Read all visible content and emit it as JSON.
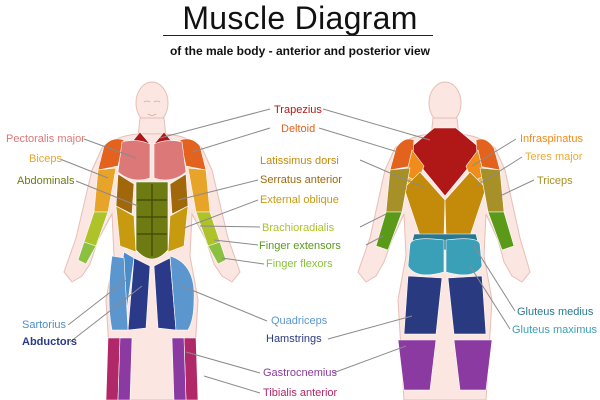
{
  "title": "Muscle Diagram",
  "subtitle": "of the male body - anterior and posterior view",
  "labels": {
    "trapezius": "Trapezius",
    "deltoid": "Deltoid",
    "pectoralis_major": "Pectoralis major",
    "biceps": "Biceps",
    "abdominals": "Abdominals",
    "latissimus_dorsi": "Latissimus dorsi",
    "serratus_anterior": "Serratus anterior",
    "external_oblique": "External oblique",
    "brachioradialis": "Brachioradialis",
    "finger_extensors": "Finger extensors",
    "finger_flexors": "Finger flexors",
    "infraspinatus": "Infraspinatus",
    "teres_major": "Teres major",
    "triceps": "Triceps",
    "sartorius": "Sartorius",
    "abductors": "Abductors",
    "quadriceps": "Quadriceps",
    "hamstrings": "Hamstrings",
    "gluteus_medius": "Gluteus medius",
    "gluteus_maximus": "Gluteus maximus",
    "gastrocnemius": "Gastrocnemius",
    "tibialis_anterior": "Tibialis anterior"
  },
  "colors": {
    "trapezius": "#b01818",
    "deltoid": "#e2621e",
    "pectoralis_major": "#dd7878",
    "biceps": "#e8a428",
    "abdominals": "#6e7a12",
    "latissimus_dorsi": "#c48a0a",
    "serratus_anterior": "#a0680a",
    "external_oblique": "#c89a10",
    "brachioradialis": "#aec22a",
    "finger_extensors": "#5a9a18",
    "finger_flexors": "#8cc040",
    "infraspinatus": "#f08c1c",
    "teres_major": "#f0aa2c",
    "triceps": "#a89028",
    "sartorius": "#4c8cc8",
    "abductors": "#2a3a88",
    "quadriceps": "#5b96cf",
    "hamstrings": "#2a3a80",
    "gluteus_medius": "#2a7890",
    "gluteus_maximus": "#3aa0b8",
    "gastrocnemius": "#8a3aa0",
    "tibialis_anterior": "#b02868",
    "skin": "#fbe6e2",
    "skin_outline": "#e6bfb6"
  }
}
